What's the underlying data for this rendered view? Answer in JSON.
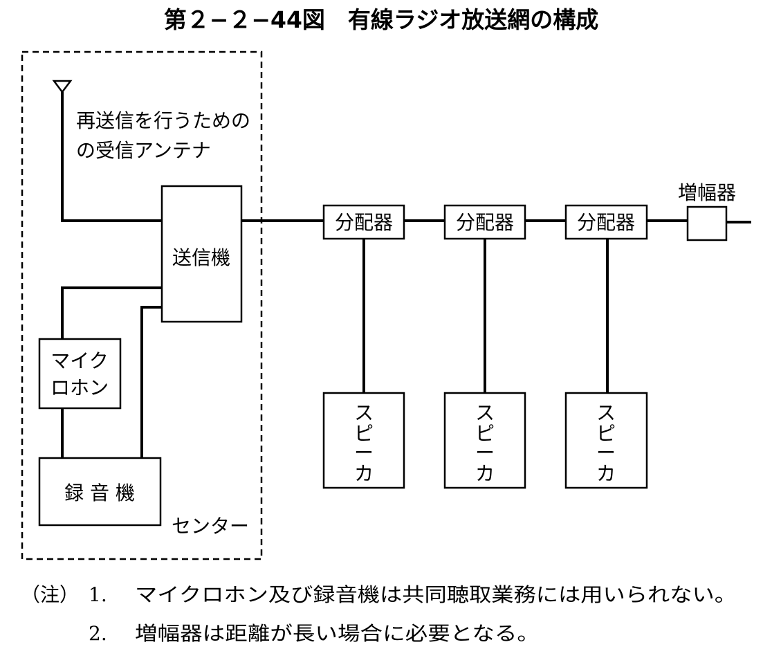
{
  "title": "第２−２−44図　有線ラジオ放送網の構成",
  "center": {
    "label": "センター",
    "antenna_label_line1": "再送信を行うための",
    "antenna_label_line2": "の受信アンテナ",
    "transmitter": "送信機",
    "microphone_line1": "マイク",
    "microphone_line2": "ロホン",
    "recorder": "録 音 機"
  },
  "network": {
    "distributor_label": "分配器",
    "amplifier_label": "増幅器",
    "speaker_chars": [
      "ス",
      "ピ",
      "ー",
      "カ"
    ]
  },
  "notes": {
    "prefix": "（注）",
    "items": [
      {
        "number": "1.",
        "text": "マイクロホン及び録音機は共同聴取業務には用いられない。"
      },
      {
        "number": "2.",
        "text": "増幅器は距離が長い場合に必要となる。"
      }
    ]
  }
}
